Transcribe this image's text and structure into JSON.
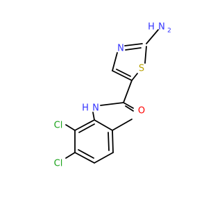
{
  "molecule": {
    "atoms": {
      "amine_h": "H",
      "amine_n": "N",
      "amine_sub": "2",
      "ring_n": "N",
      "ring_s": "S",
      "carbonyl_o": "O",
      "amide_h": "H",
      "amide_n": "N",
      "cl_top": "Cl",
      "cl_bottom": "Cl"
    },
    "colors": {
      "nitrogen": "#3333ff",
      "sulfur": "#b8a000",
      "oxygen": "#ff0000",
      "chlorine": "#1aa31a",
      "bond": "#000000"
    }
  }
}
